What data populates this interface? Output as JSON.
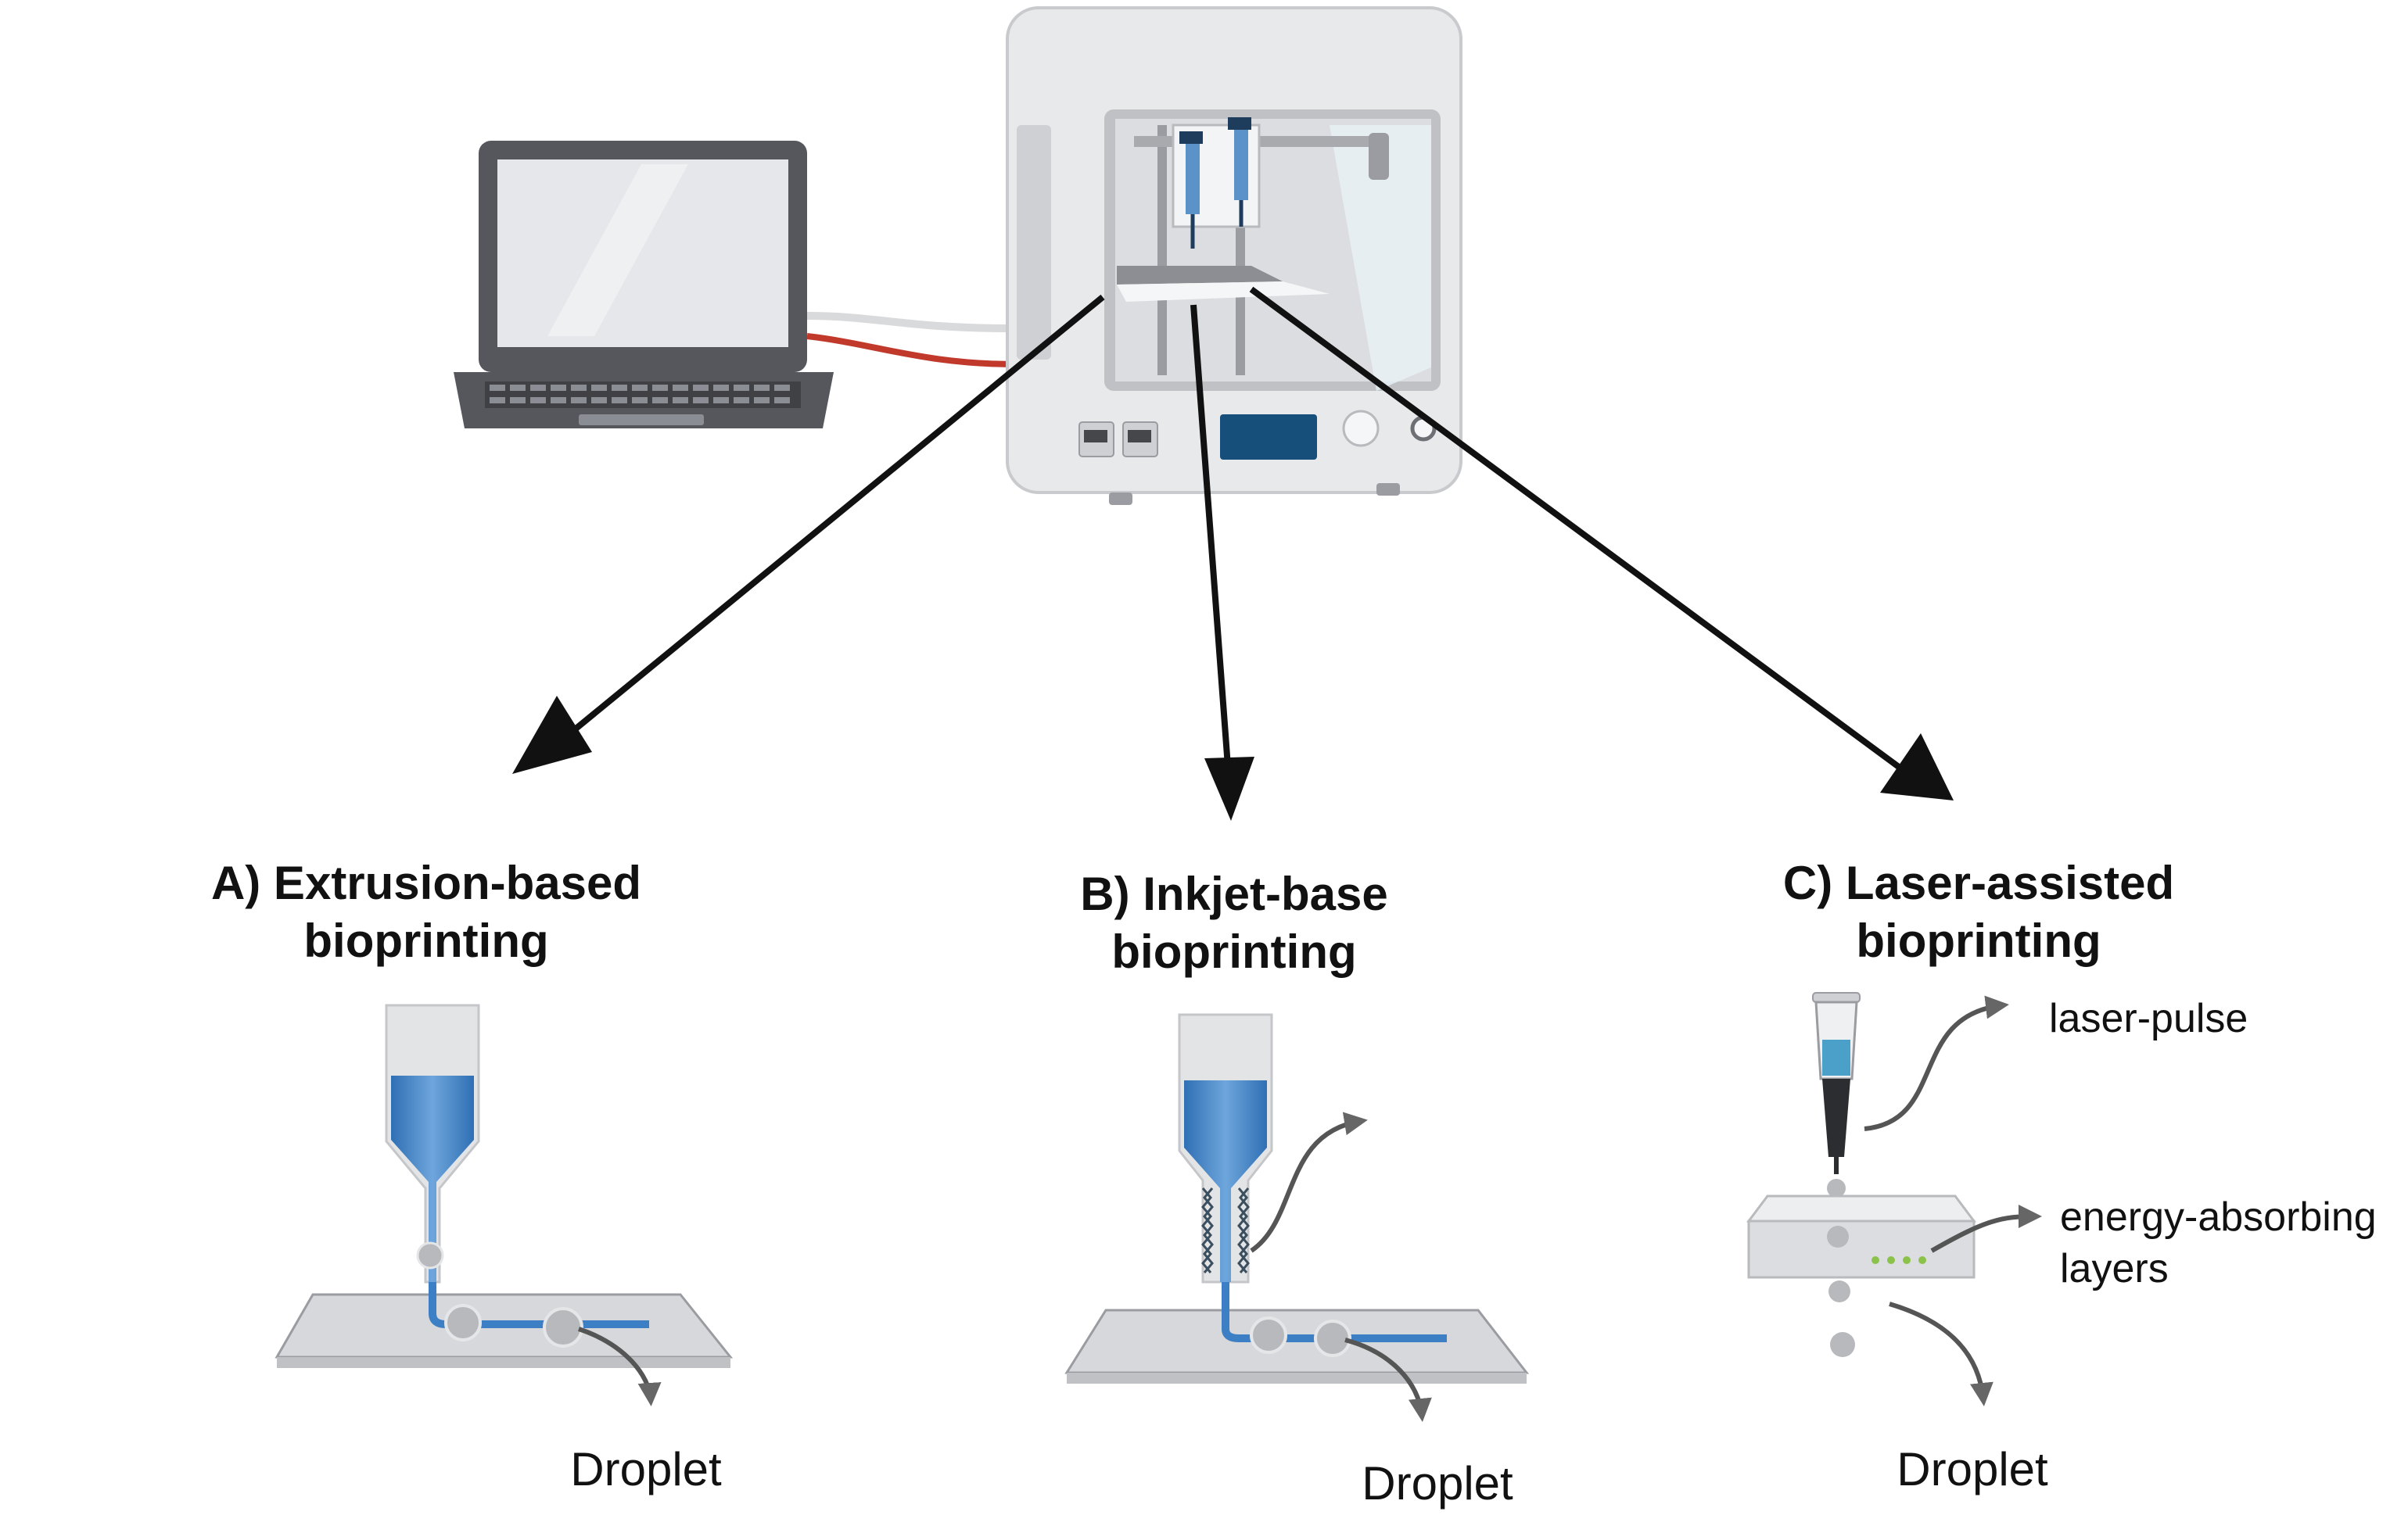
{
  "panels": {
    "a": {
      "title_line1": "A) Extrusion-based",
      "title_line2": "bioprinting",
      "output_label": "Droplet"
    },
    "b": {
      "title_line1": "B) Inkjet-base",
      "title_line2": "bioprinting",
      "output_label": "Droplet"
    },
    "c": {
      "title_line1": "C) Laser-assisted",
      "title_line2": "bioprinting",
      "laser_label": "laser-pulse",
      "layer_label_line1": "energy-absorbing",
      "layer_label_line2": "layers",
      "output_label": "Droplet"
    }
  },
  "colors": {
    "arrow": "#111111",
    "bioink": "#3d7fc4",
    "printer_body": "#e8e9eb",
    "screen": "#16507a",
    "cable_red": "#c0392b",
    "laptop": "#55575c"
  }
}
